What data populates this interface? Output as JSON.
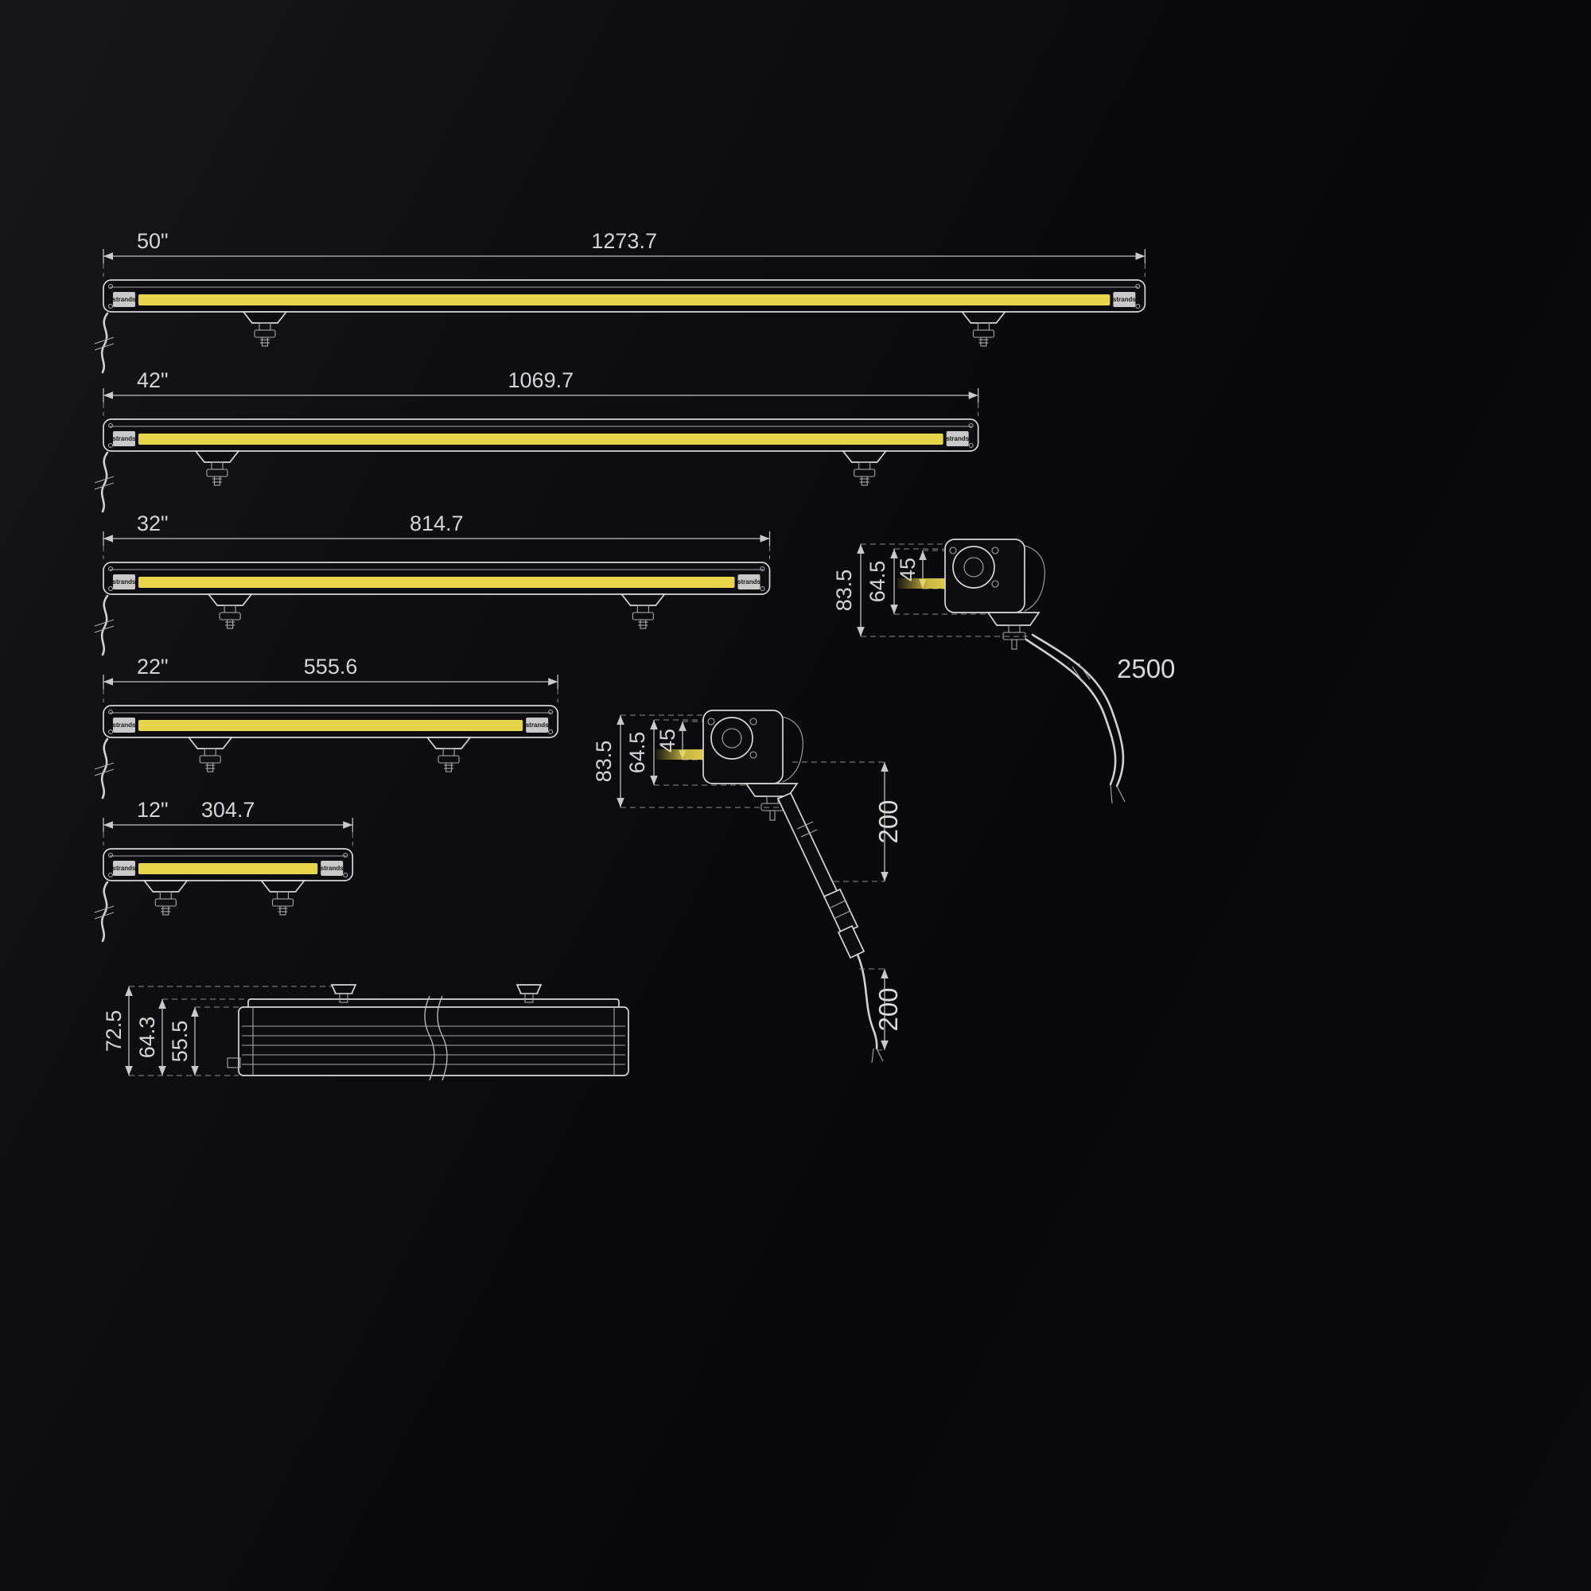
{
  "meta": {
    "title": "LED light bar dimension diagram"
  },
  "colors": {
    "background": "#0a0a0c",
    "line": "#d6d6d6",
    "dimension_line": "#bfbfbf",
    "text": "#d4d4d4",
    "accent_yellow": "#e8d44b"
  },
  "diagram": {
    "bars": [
      {
        "size_label": "50\"",
        "length_label": "1273.7",
        "length_mm": 1273.7,
        "logo": "strands"
      },
      {
        "size_label": "42\"",
        "length_label": "1069.7",
        "length_mm": 1069.7,
        "logo": "strands"
      },
      {
        "size_label": "32\"",
        "length_label": "814.7",
        "length_mm": 814.7,
        "logo": "strands"
      },
      {
        "size_label": "22\"",
        "length_label": "555.6",
        "length_mm": 555.6,
        "logo": "strands"
      },
      {
        "size_label": "12\"",
        "length_label": "304.7",
        "length_mm": 304.7,
        "logo": "strands"
      }
    ],
    "side_view_upper": {
      "overall_height": "83.5",
      "body_height": "64.5",
      "lens_height": "45",
      "cable_length": "2500"
    },
    "side_view_lower": {
      "overall_height": "83.5",
      "body_height": "64.5",
      "lens_height": "45",
      "upper_offset": "200",
      "lower_offset": "200"
    },
    "profile_view": {
      "overall_height": "72.5",
      "mid_height": "64.3",
      "body_height": "55.5"
    }
  }
}
